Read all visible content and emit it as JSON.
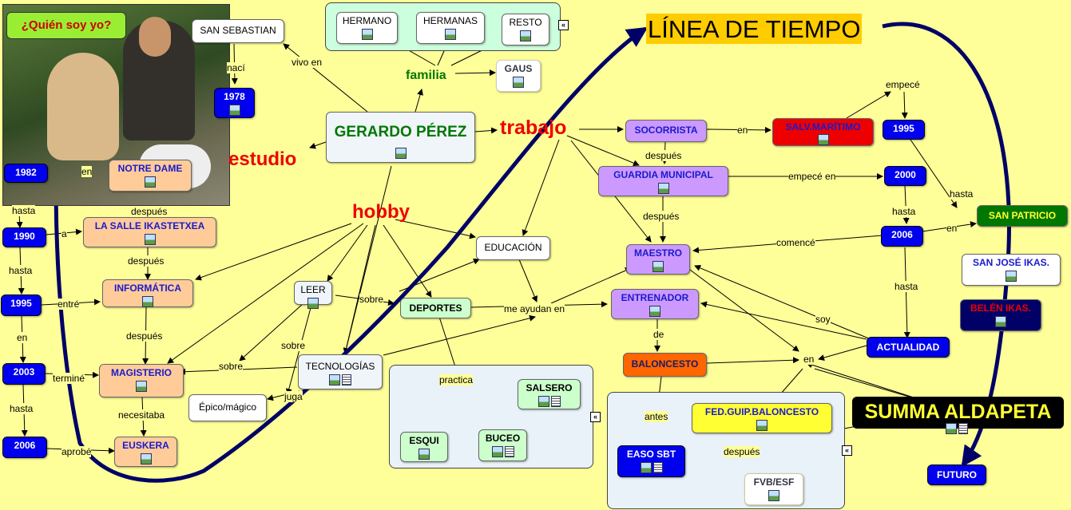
{
  "map": {
    "title": "LÍNEA DE TIEMPO",
    "photo_caption": "¿Quién soy yo?",
    "center": "GERARDO PÉREZ",
    "sections": {
      "estudio": "estudio",
      "trabajo": "trabajo",
      "hobby": "hobby",
      "familia": "familia"
    },
    "nodes": {
      "san_sebastian": "SAN SEBASTIAN",
      "y1978": "1978",
      "notre_dame": "NOTRE DAME",
      "y1982": "1982",
      "y1990": "1990",
      "la_salle": "LA SALLE IKASTETXEA",
      "y1995l": "1995",
      "informatica": "INFORMÁTICA",
      "y2003": "2003",
      "magisterio": "MAGISTERIO",
      "y2006l": "2006",
      "euskera": "EUSKERA",
      "hermano": "HERMANO",
      "hermanas": "HERMANAS",
      "resto": "RESTO",
      "gaus": "GAUS",
      "educacion": "EDUCACIÓN",
      "leer": "LEER",
      "tecnologias": "TECNOLOGÍAS",
      "epico": "Épico/mágico",
      "deportes": "DEPORTES",
      "salsero": "SALSERO",
      "esqui": "ESQUI",
      "buceo": "BUCEO",
      "socorrista": "SOCORRISTA",
      "salv_maritimo": "SALV.MARÍTIMO",
      "guardia": "GUARDIA MUNICIPAL",
      "maestro": "MAESTRO",
      "entrenador": "ENTRENADOR",
      "baloncesto": "BALONCESTO",
      "fed_guip": "FED.GUIP.BALONCESTO",
      "easo": "EASO SBT",
      "fvb": "FVB/ESF",
      "y1995r": "1995",
      "y2000": "2000",
      "y2006r": "2006",
      "san_patricio": "SAN PATRICIO",
      "san_jose": "SAN JOSÉ IKAS.",
      "belen": "BELÉN IKAS.",
      "actualidad": "ACTUALIDAD",
      "summa": "SUMMA ALDAPETA",
      "futuro": "FUTURO"
    },
    "labels": {
      "vivo_en": "vivo en",
      "naci": "nací",
      "en1": "en",
      "hasta1": "hasta",
      "a": "a",
      "despues1": "después",
      "despues2": "después",
      "hasta2": "hasta",
      "entre": "entré",
      "despues3": "después",
      "en2": "en",
      "termine": "terminé",
      "hasta3": "hasta",
      "necesitaba": "necesitaba",
      "aprobe": "aprobé",
      "sobre1": "sobre",
      "sobre2": "sobre",
      "sobre3": "sobre",
      "juga": "juga",
      "practica": "practica",
      "me_ayudan_en": "me ayudan en",
      "en3": "en",
      "despues4": "después",
      "empece_en": "empecé en",
      "despues5": "después",
      "empece": "empecé",
      "hasta4": "hasta",
      "hasta5": "hasta",
      "en4": "en",
      "comence": "comencé",
      "hasta6": "hasta",
      "soy": "soy",
      "de": "de",
      "en5": "en",
      "antes": "antes",
      "despues6": "después"
    }
  },
  "colors": {
    "background": "#ffff99",
    "arrow": "#000066",
    "title_bg": "#ffcc00",
    "section_red": "#ee0000",
    "section_green": "#007700",
    "summa_bg": "#000000",
    "summa_text": "#ffff33"
  },
  "icons": [
    "picture-icon",
    "document-icon",
    "collapse-icon"
  ]
}
